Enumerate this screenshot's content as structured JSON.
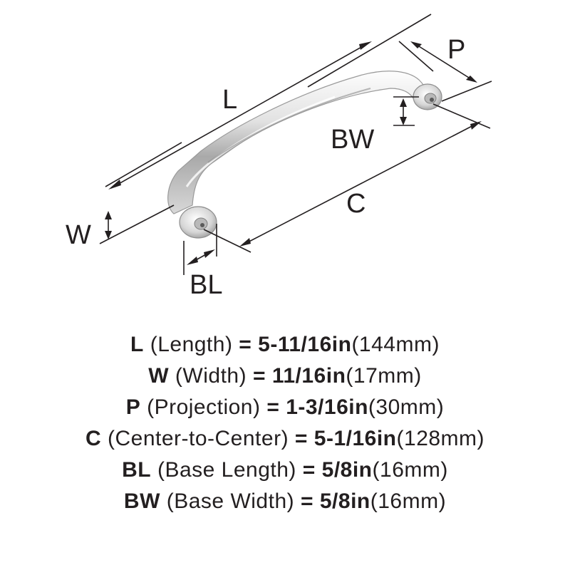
{
  "diagram": {
    "labels": {
      "L": "L",
      "P": "P",
      "BW": "BW",
      "C": "C",
      "W": "W",
      "BL": "BL"
    },
    "colors": {
      "line": "#231f20",
      "metal_light": "#f4f4f4",
      "metal_mid": "#c9c9c9",
      "metal_dark": "#8e8e8e"
    }
  },
  "specs": [
    {
      "code": "L",
      "name": "(Length)",
      "eq": "=",
      "inch": "5-11/16in",
      "mm": "(144mm)"
    },
    {
      "code": "W",
      "name": "(Width)",
      "eq": "=",
      "inch": "11/16in",
      "mm": "(17mm)"
    },
    {
      "code": "P",
      "name": "(Projection)",
      "eq": "=",
      "inch": "1-3/16in",
      "mm": "(30mm)"
    },
    {
      "code": "C",
      "name": "(Center-to-Center)",
      "eq": "=",
      "inch": "5-1/16in",
      "mm": "(128mm)"
    },
    {
      "code": "BL",
      "name": "(Base Length)",
      "eq": "=",
      "inch": "5/8in",
      "mm": "(16mm)"
    },
    {
      "code": "BW",
      "name": "(Base Width)",
      "eq": "=",
      "inch": "5/8in",
      "mm": "(16mm)"
    }
  ]
}
